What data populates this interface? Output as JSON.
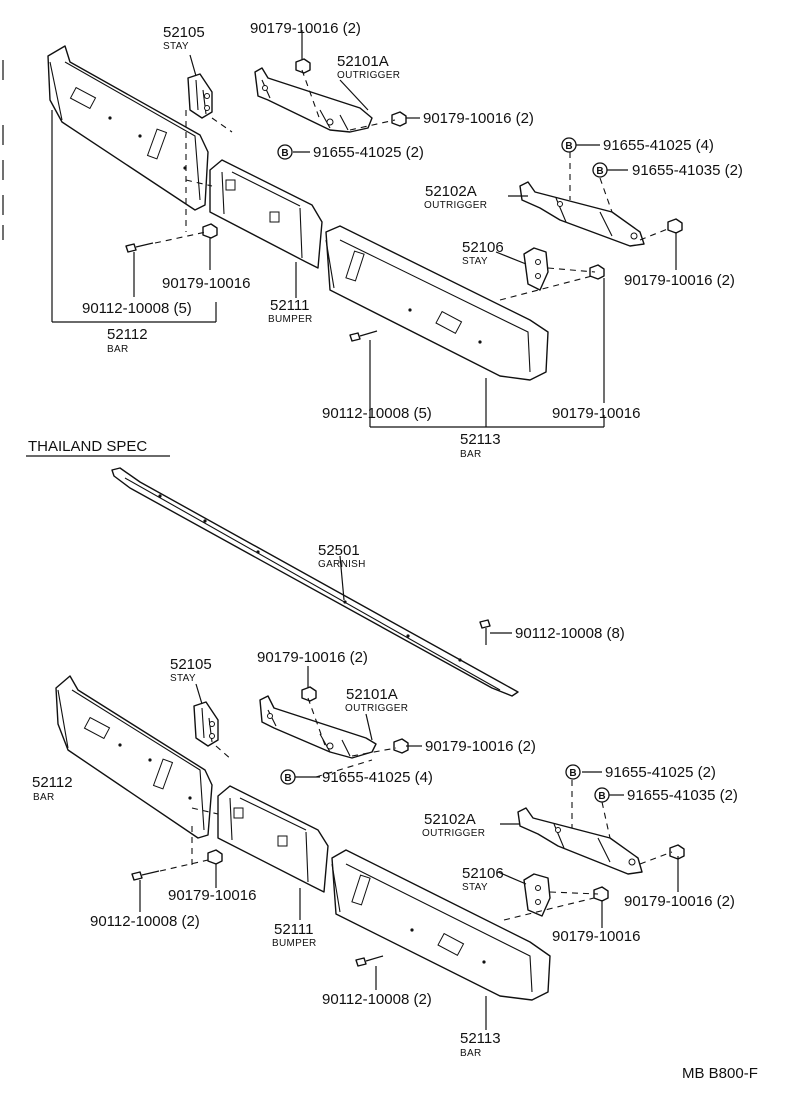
{
  "section_title": "THAILAND SPEC",
  "drawing_code": "MB B800-F",
  "bolt_badge": "B",
  "top": {
    "p52105": {
      "num": "52105",
      "name": "STAY"
    },
    "p52101a": {
      "num": "52101A",
      "name": "OUTRIGGER"
    },
    "nut_a": "90179-10016 (2)",
    "nut_b": "90179-10016 (2)",
    "bolt_a": "91655-41025 (2)",
    "bolt_b": "91655-41025 (4)",
    "bolt_c": "91655-41035 (2)",
    "p52102a": {
      "num": "52102A",
      "name": "OUTRIGGER"
    },
    "p52106": {
      "num": "52106",
      "name": "STAY"
    },
    "nut_c": "90179-10016 (2)",
    "nut_d": "90179-10016",
    "screw_a": "90112-10008 (5)",
    "p52112": {
      "num": "52112",
      "name": "BAR"
    },
    "p52111": {
      "num": "52111",
      "name": "BUMPER"
    },
    "screw_b": "90112-10008 (5)",
    "nut_e": "90179-10016",
    "p52113": {
      "num": "52113",
      "name": "BAR"
    }
  },
  "bottom": {
    "p52501": {
      "num": "52501",
      "name": "GARNISH"
    },
    "screw_g": "90112-10008 (8)",
    "p52105": {
      "num": "52105",
      "name": "STAY"
    },
    "nut_a": "90179-10016 (2)",
    "p52101a": {
      "num": "52101A",
      "name": "OUTRIGGER"
    },
    "nut_b": "90179-10016 (2)",
    "bolt_a": "91655-41025 (4)",
    "bolt_b": "91655-41025 (2)",
    "bolt_c": "91655-41035 (2)",
    "p52102a": {
      "num": "52102A",
      "name": "OUTRIGGER"
    },
    "p52112": {
      "num": "52112",
      "name": "BAR"
    },
    "p52106": {
      "num": "52106",
      "name": "STAY"
    },
    "nut_c": "90179-10016 (2)",
    "nut_d": "90179-10016",
    "nut_e": "90179-10016",
    "screw_a": "90112-10008 (2)",
    "p52111": {
      "num": "52111",
      "name": "BUMPER"
    },
    "screw_b": "90112-10008 (2)",
    "p52113": {
      "num": "52113",
      "name": "BAR"
    }
  }
}
